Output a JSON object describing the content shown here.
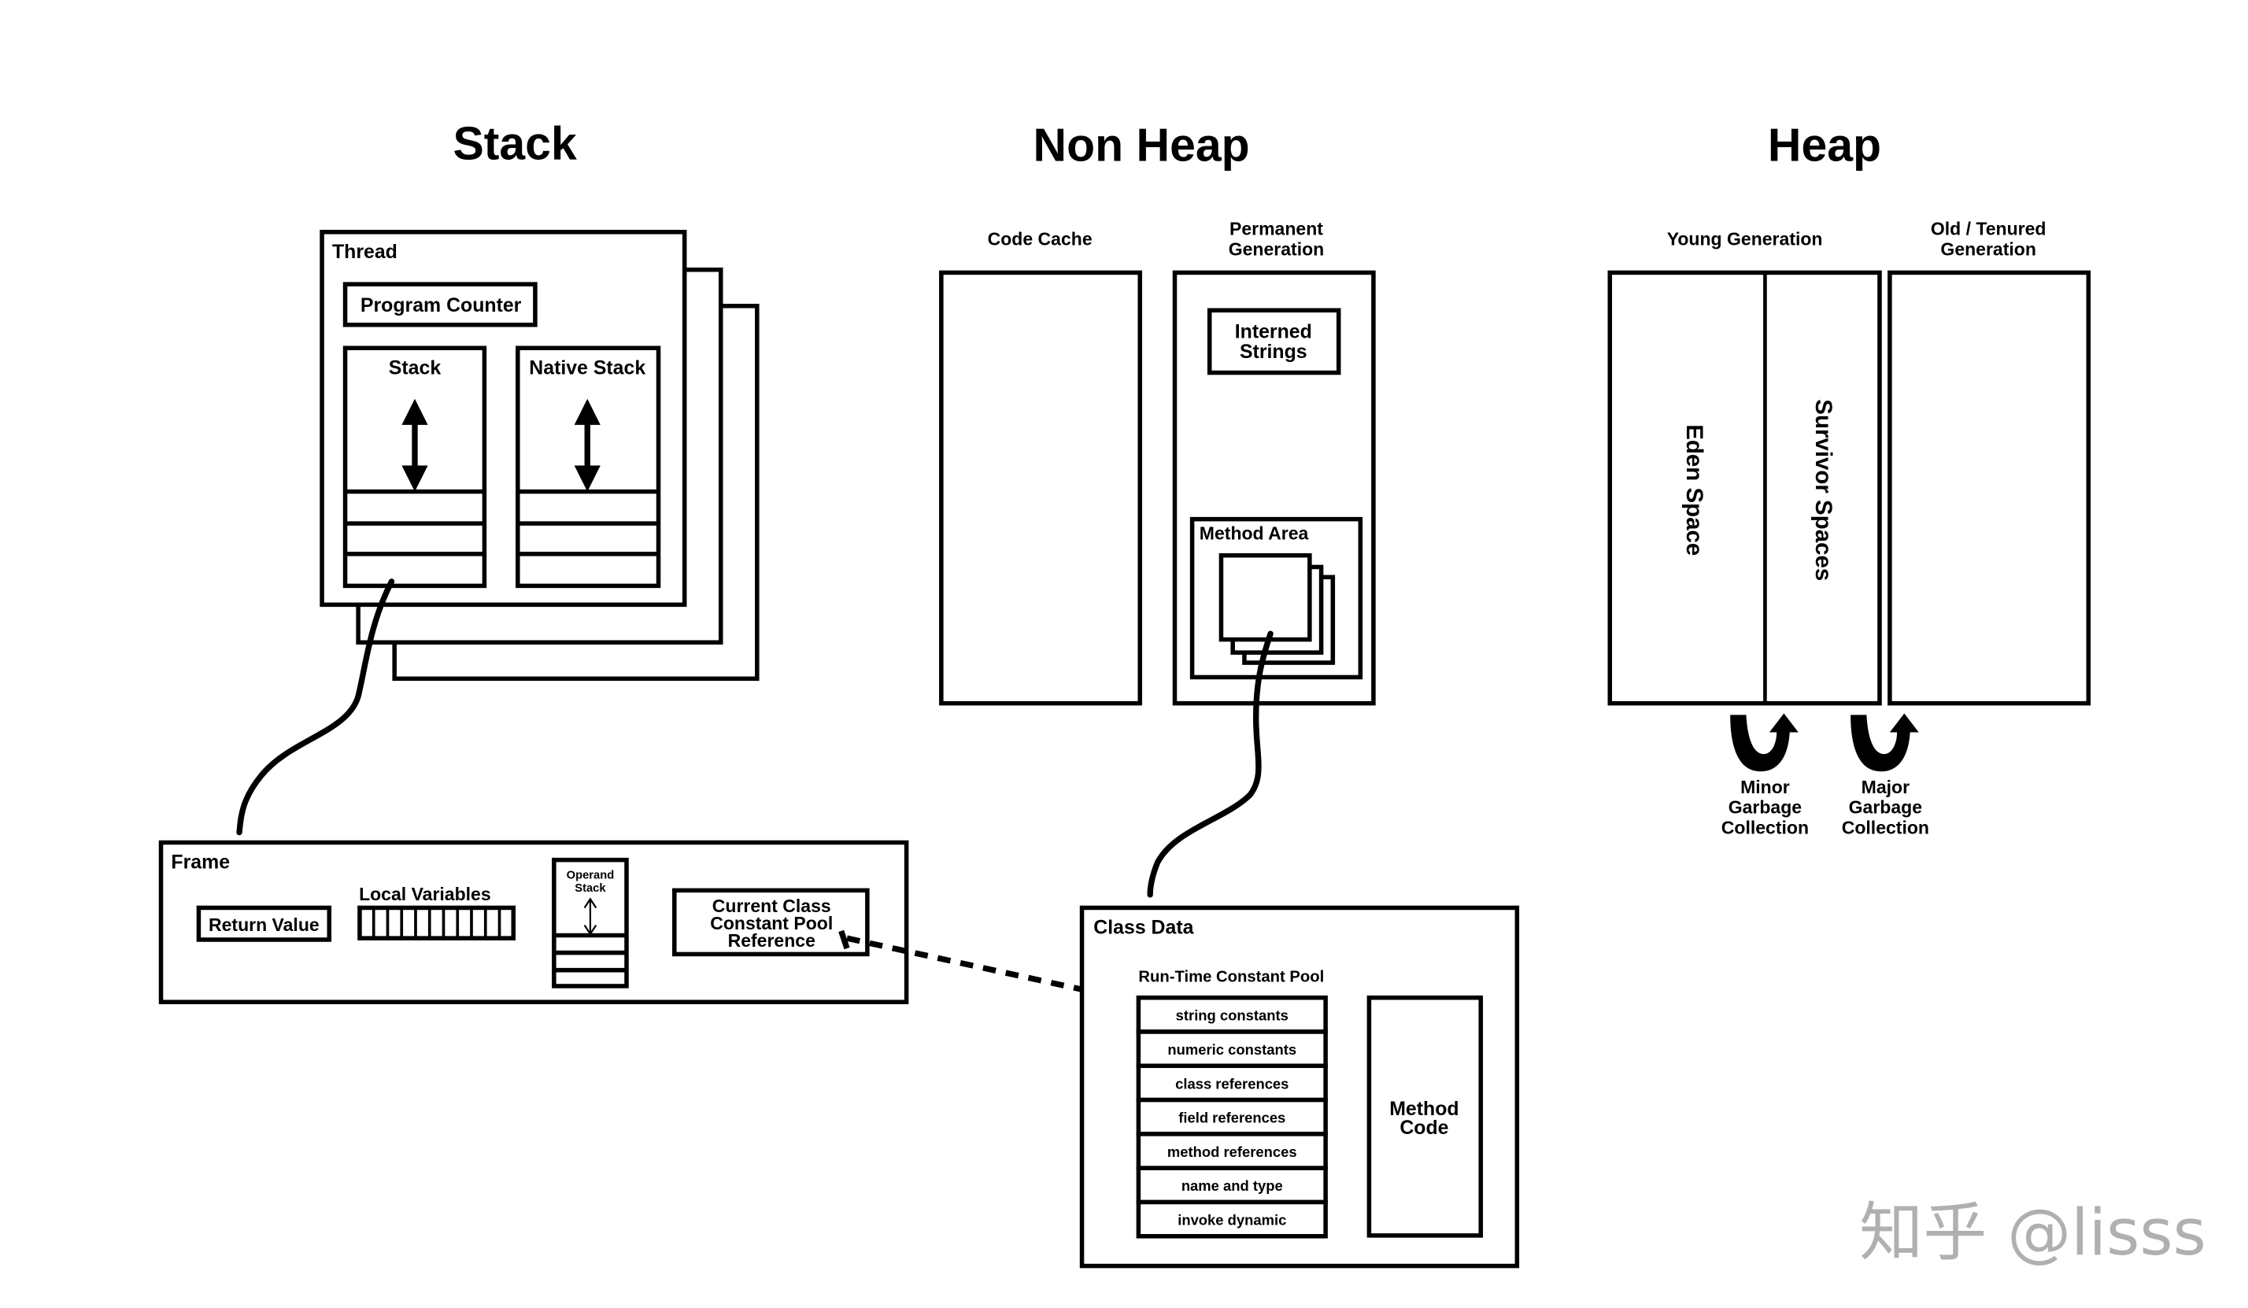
{
  "sections": {
    "stack": "Stack",
    "non_heap": "Non Heap",
    "heap": "Heap"
  },
  "thread": {
    "label": "Thread",
    "program_counter": "Program Counter",
    "stack": "Stack",
    "native_stack": "Native Stack"
  },
  "frame": {
    "label": "Frame",
    "return_value": "Return Value",
    "local_variables": "Local Variables",
    "local_variable_slots": 11,
    "operand_stack_line1": "Operand",
    "operand_stack_line2": "Stack",
    "ccp_ref_line1": "Current Class",
    "ccp_ref_line2": "Constant Pool",
    "ccp_ref_line3": "Reference"
  },
  "non_heap": {
    "code_cache": "Code Cache",
    "perm_gen_line1": "Permanent",
    "perm_gen_line2": "Generation",
    "interned_line1": "Interned",
    "interned_line2": "Strings",
    "method_area": "Method Area"
  },
  "class_data": {
    "label": "Class Data",
    "runtime_constant_pool": "Run-Time Constant Pool",
    "pool_entries": [
      "string constants",
      "numeric constants",
      "class references",
      "field references",
      "method references",
      "name and type",
      "invoke dynamic"
    ],
    "method_code_line1": "Method",
    "method_code_line2": "Code"
  },
  "heap": {
    "young_generation": "Young Generation",
    "old_line1": "Old / Tenured",
    "old_line2": "Generation",
    "eden": "Eden Space",
    "survivor": "Survivor Spaces",
    "minor_gc": [
      "Minor",
      "Garbage",
      "Collection"
    ],
    "major_gc": [
      "Major",
      "Garbage",
      "Collection"
    ]
  },
  "watermark": "知乎 @lisss"
}
